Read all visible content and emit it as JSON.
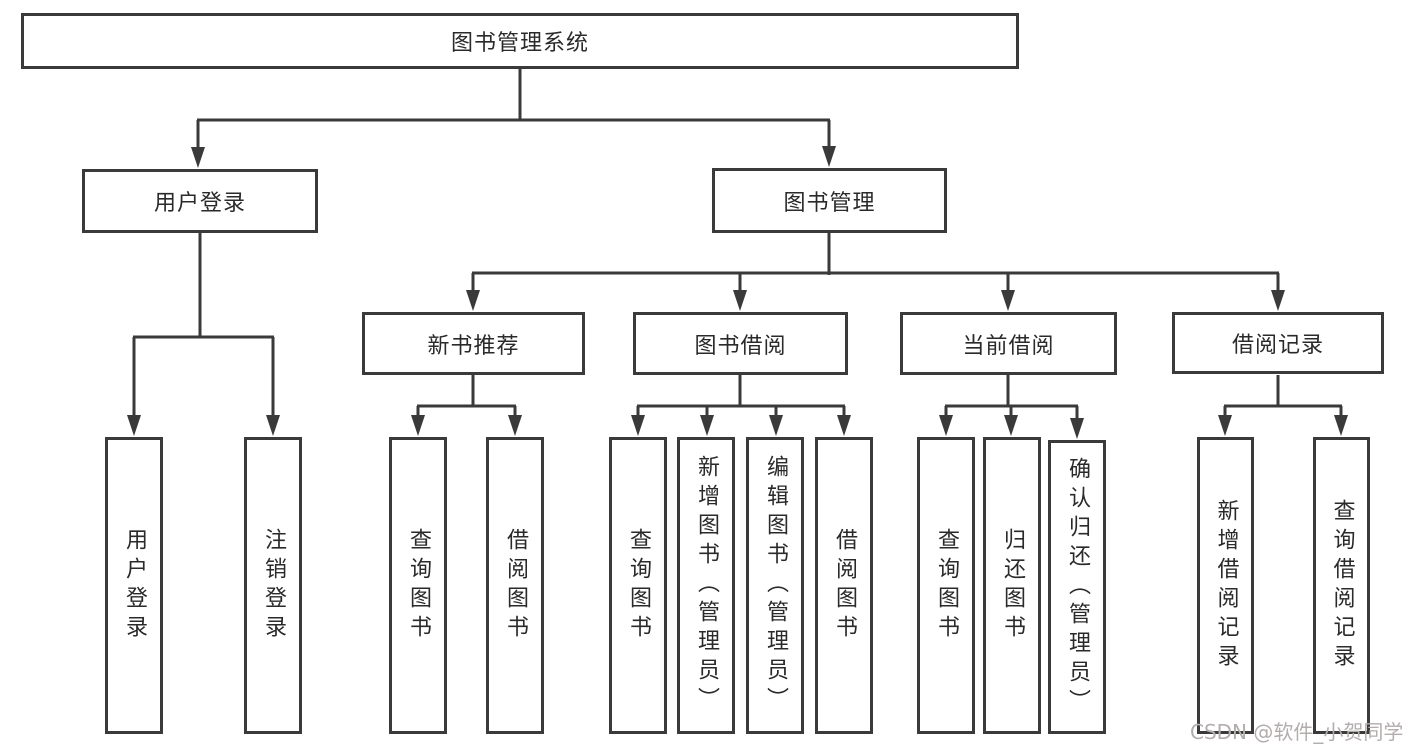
{
  "diagram": {
    "root": "图书管理系统",
    "level2": {
      "user_login": "用户登录",
      "book_management": "图书管理"
    },
    "level3": {
      "new_book_recommend": "新书推荐",
      "book_borrowing": "图书借阅",
      "current_borrowing": "当前借阅",
      "borrowing_records": "借阅记录"
    },
    "leaves": {
      "user_login": "用户登录",
      "logout": "注销登录",
      "recommend_query_books": "查询图书",
      "recommend_borrow_books": "借阅图书",
      "borrowing_query_books": "查询图书",
      "borrowing_add_books": "新增图书（管理员）",
      "borrowing_edit_books": "编辑图书（管理员）",
      "borrowing_borrow_books": "借阅图书",
      "current_query_books": "查询图书",
      "current_return_books": "归还图书",
      "current_confirm_return": "确认归还（管理员）",
      "records_add_record": "新增借阅记录",
      "records_query_record": "查询借阅记录"
    }
  },
  "watermark": "CSDN @软件_小贺同学",
  "colors": {
    "line": "#3a3a3a",
    "text": "#2a2a2a",
    "watermark": "#b3adad",
    "background": "#ffffff"
  }
}
